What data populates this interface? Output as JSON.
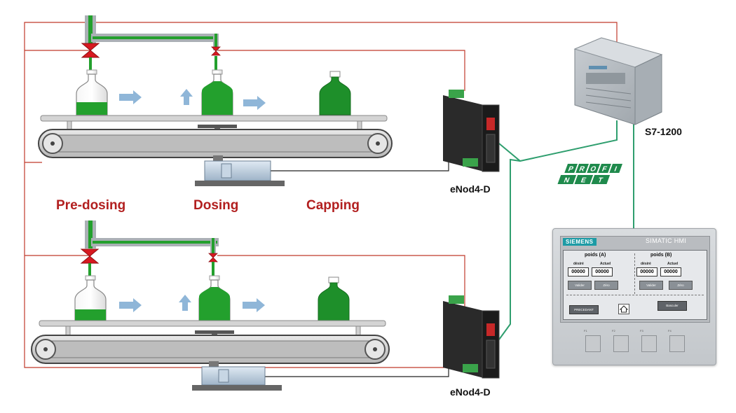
{
  "stage_labels": {
    "pre_dosing": "Pre-dosing",
    "dosing": "Dosing",
    "capping": "Capping"
  },
  "devices": {
    "plc": "S7-1200",
    "enod_top": "eNod4-D",
    "enod_bottom": "eNod4-D"
  },
  "network": {
    "row1": [
      "P",
      "R",
      "O",
      "F",
      "I"
    ],
    "row2": [
      "N",
      "E",
      "T"
    ]
  },
  "hmi": {
    "brand": "SIEMENS",
    "model": "SIMATIC HMI",
    "panel_a": {
      "title": "poids (A)",
      "desired_label": "désiré",
      "actual_label": "Actuel",
      "desired_value": "00000",
      "actual_value": "00000",
      "validate": "Valider",
      "zero": "Zéro"
    },
    "panel_b": {
      "title": "poids (B)",
      "desired_label": "désiré",
      "actual_label": "Actuel",
      "desired_value": "00000",
      "actual_value": "00000",
      "validate": "Valider",
      "zero": "Zéro"
    },
    "previous": "PRECEDANT",
    "switch": "Basculer",
    "function_keys": [
      "F1",
      "F2",
      "F3",
      "F4"
    ]
  },
  "colors": {
    "wire_red": "#c0392b",
    "wire_green": "#2e9e6e",
    "liquid_green": "#23a02d",
    "bottle_green": "#1e8f2a",
    "arrow_blue": "#8fb6d8",
    "valve_red": "#d71920",
    "stage_label": "#b21f1f"
  }
}
